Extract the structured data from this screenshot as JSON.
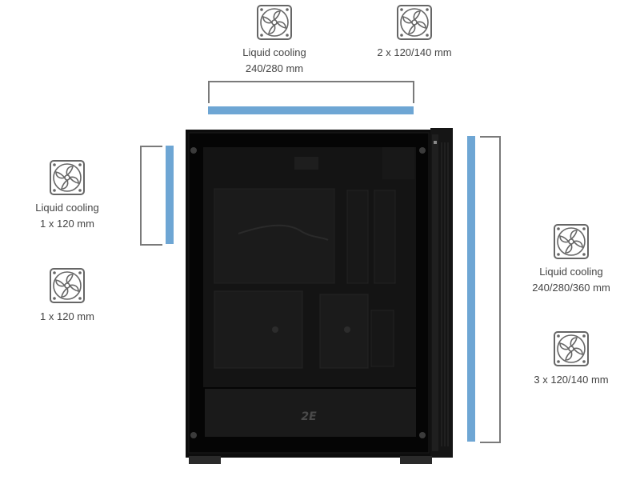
{
  "top_left": {
    "icon": "fan-icon",
    "line1": "Liquid cooling",
    "line2": "240/280 mm"
  },
  "top_right": {
    "icon": "fan-icon",
    "line1": "2 x 120/140 mm"
  },
  "left_upper": {
    "icon": "fan-icon",
    "line1": "Liquid cooling",
    "line2": "1 x 120 mm"
  },
  "left_lower": {
    "icon": "fan-icon",
    "line1": "1 x 120 mm"
  },
  "right_upper": {
    "icon": "fan-icon",
    "line1": "Liquid cooling",
    "line2": "240/280/360 mm"
  },
  "right_lower": {
    "icon": "fan-icon",
    "line1": "3 x 120/140 mm"
  },
  "case": {
    "logo": "2E"
  },
  "colors": {
    "accent_bar": "#6ea6d4",
    "bracket": "#7a7a7a",
    "case": "#111111"
  }
}
